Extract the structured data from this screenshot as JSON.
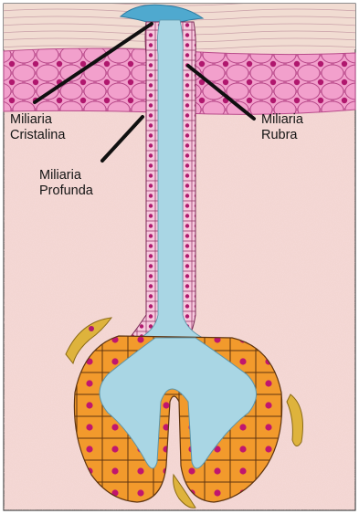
{
  "labels": {
    "cristalina": "Miliaria\nCristalina",
    "rubra": "Miliaria\nRubra",
    "profunda": "Miliaria\nProfunda"
  },
  "colors": {
    "dermis": "#f3d6d2",
    "epidermis_cells": "#ec8cc0",
    "cell_nucleus": "#b0186e",
    "duct_lumen": "#a9d6e4",
    "gland_cells": "#f29a2c",
    "myoepithelial": "#deb33c",
    "label_line": "#101010"
  }
}
